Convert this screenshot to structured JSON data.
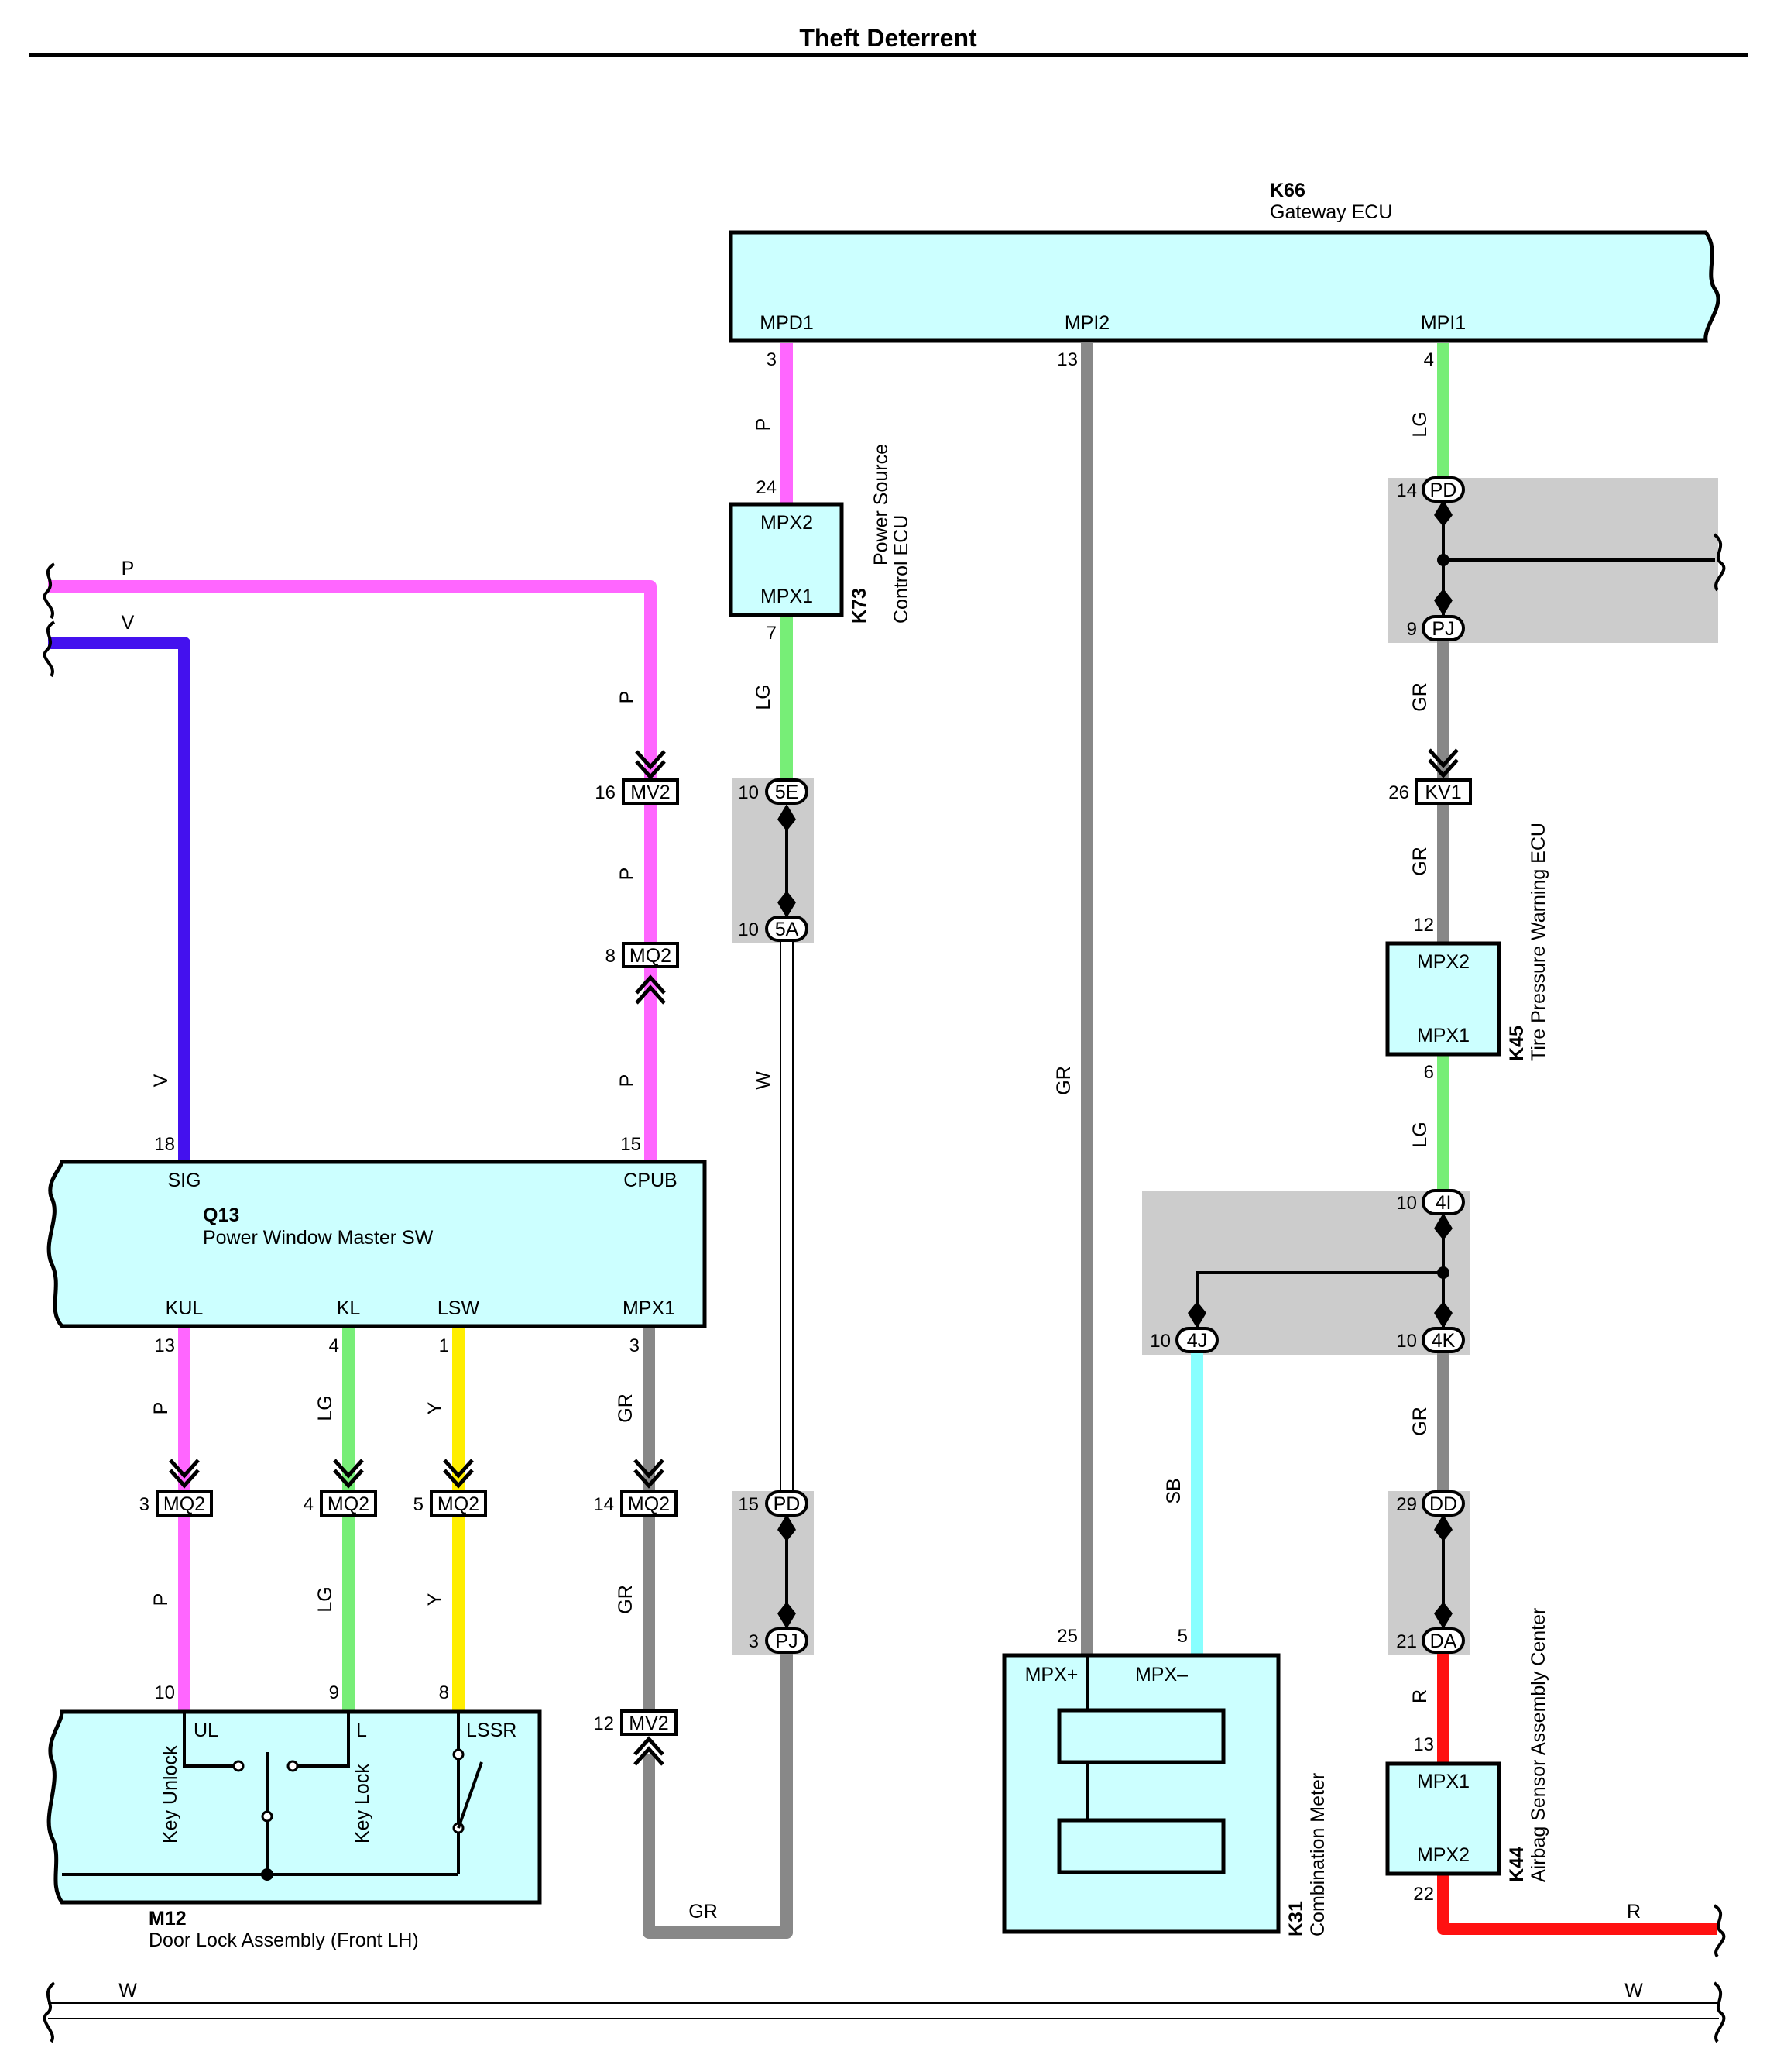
{
  "title": "Theft Deterrent",
  "colors": {
    "P": "#ff66ff",
    "V": "#4411ee",
    "LG": "#77ee77",
    "GR": "#888888",
    "Y": "#ffee00",
    "SB": "#88ffff",
    "R": "#ff1111",
    "W": "#ffffff",
    "component_fill": "#ccffff",
    "junction_fill": "#cccccc"
  },
  "components": {
    "k66": {
      "code": "K66",
      "name": "Gateway ECU",
      "pins": {
        "mpd1": "MPD1",
        "mpi2": "MPI2",
        "mpi1": "MPI1"
      }
    },
    "k73": {
      "code": "K73",
      "name_line1": "Power Source",
      "name_line2": "Control ECU",
      "pins": {
        "top": "MPX2",
        "bottom": "MPX1"
      }
    },
    "k45": {
      "code": "K45",
      "name": "Tire Pressure Warning ECU",
      "pins": {
        "top": "MPX2",
        "bottom": "MPX1"
      }
    },
    "q13": {
      "code": "Q13",
      "name": "Power Window Master SW",
      "pins": {
        "sig": "SIG",
        "cpub": "CPUB",
        "kul": "KUL",
        "kl": "KL",
        "lsw": "LSW",
        "mpx1": "MPX1"
      }
    },
    "m12": {
      "code": "M12",
      "name": "Door Lock Assembly (Front LH)",
      "pins": {
        "ul": "UL",
        "l": "L",
        "lssr": "LSSR"
      },
      "switches": {
        "key_unlock": "Key Unlock",
        "key_lock": "Key Lock"
      }
    },
    "k31": {
      "code": "K31",
      "name": "Combination Meter",
      "pins": {
        "mpx_plus": "MPX+",
        "mpx_minus": "MPX–"
      }
    },
    "k44": {
      "code": "K44",
      "name": "Airbag Sensor Assembly Center",
      "pins": {
        "top": "MPX1",
        "bottom": "MPX2"
      }
    }
  },
  "connectors": {
    "mv2_a": "MV2",
    "mq2_a": "MQ2",
    "mq2_kul": "MQ2",
    "mq2_kl": "MQ2",
    "mq2_lsw": "MQ2",
    "mq2_mpx": "MQ2",
    "mv2_b": "MV2",
    "kv1": "KV1",
    "j_5e": "5E",
    "j_5a": "5A",
    "j_pd1": "PD",
    "j_pj1": "PJ",
    "j_pd2": "PD",
    "j_pj2": "PJ",
    "j_4i": "4I",
    "j_4j": "4J",
    "j_4k": "4K",
    "j_dd": "DD",
    "j_da": "DA"
  },
  "wire_labels": {
    "p_top": "P",
    "v_top": "V",
    "p_mv2": "P",
    "p_between": "P",
    "p_cpub": "P",
    "v_sig": "V",
    "p_k66": "P",
    "lg_k73": "LG",
    "w_mid": "W",
    "gr_mpi2": "GR",
    "lg_mpi1": "LG",
    "gr_pj": "GR",
    "gr_kv1": "GR",
    "lg_k45": "LG",
    "gr_4k": "GR",
    "sb_4j": "SB",
    "r_da": "R",
    "r_out": "R",
    "gr_bottom": "GR",
    "p_kul1": "P",
    "p_kul2": "P",
    "lg_kl1": "LG",
    "lg_kl2": "LG",
    "y_lsw1": "Y",
    "y_lsw2": "Y",
    "gr_mpx1a": "GR",
    "gr_mpx1b": "GR",
    "w_bus_left": "W",
    "w_bus_right": "W"
  },
  "pin_numbers": {
    "k66_mpd1": "3",
    "k66_mpi2": "13",
    "k66_mpi1": "4",
    "k73_top": "24",
    "k73_bottom": "7",
    "j5e": "10",
    "j5a": "10",
    "jpd1": "14",
    "jpj1": "9",
    "mv2_a": "16",
    "mq2_a": "8",
    "q13_sig": "18",
    "q13_cpub": "15",
    "q13_kul": "13",
    "q13_kl": "4",
    "q13_lsw": "1",
    "q13_mpx1": "3",
    "mq2_kul": "3",
    "mq2_kl": "4",
    "mq2_lsw": "5",
    "mq2_mpx": "14",
    "m12_ul": "10",
    "m12_l": "9",
    "m12_lssr": "8",
    "mv2_b": "12",
    "kv1": "26",
    "k45_top": "12",
    "k45_bottom": "6",
    "j4i": "10",
    "j4j": "10",
    "j4k": "10",
    "jpd2": "15",
    "jpj2": "3",
    "jdd": "29",
    "jda": "21",
    "k31_plus": "25",
    "k31_minus": "5",
    "k44_top": "13",
    "k44_bottom": "22"
  }
}
